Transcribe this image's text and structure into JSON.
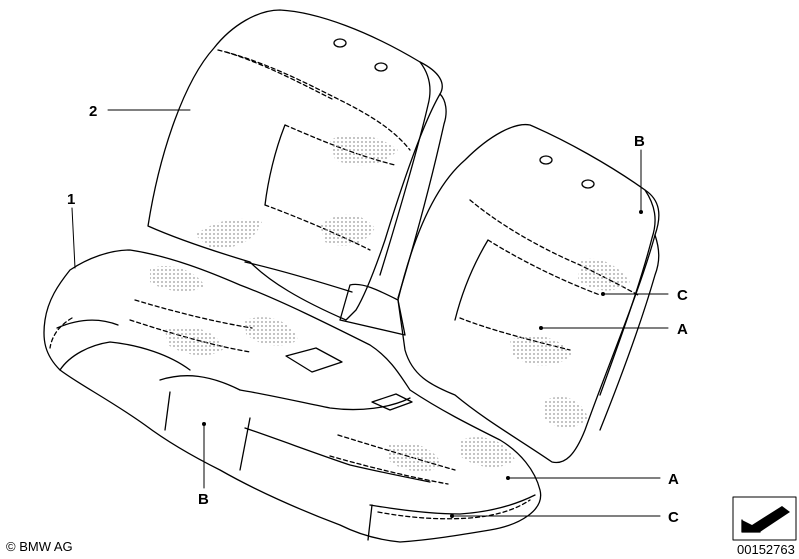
{
  "diagram": {
    "callouts": [
      "1",
      "2",
      "A",
      "A",
      "B",
      "B",
      "C",
      "C"
    ],
    "copyright": "© BMW AG",
    "part_number": "00152763"
  },
  "colors": {
    "line": "#000000",
    "hatch": "#bdbdbd",
    "background": "#ffffff"
  }
}
